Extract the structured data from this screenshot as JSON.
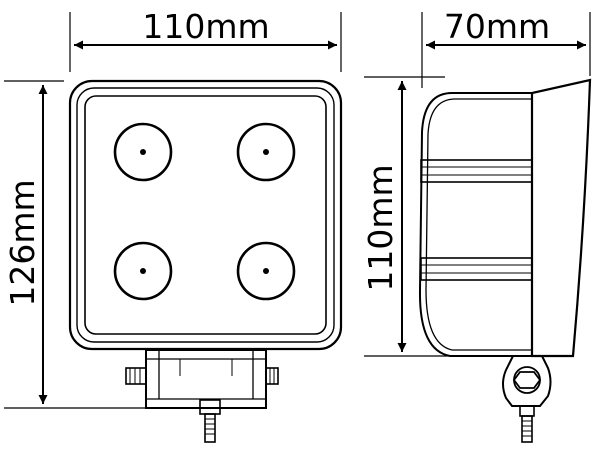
{
  "dimensions": {
    "front_width": "110mm",
    "front_height": "126mm",
    "side_depth": "70mm",
    "side_height": "110mm"
  },
  "colors": {
    "line": "#000000",
    "background": "#ffffff"
  }
}
